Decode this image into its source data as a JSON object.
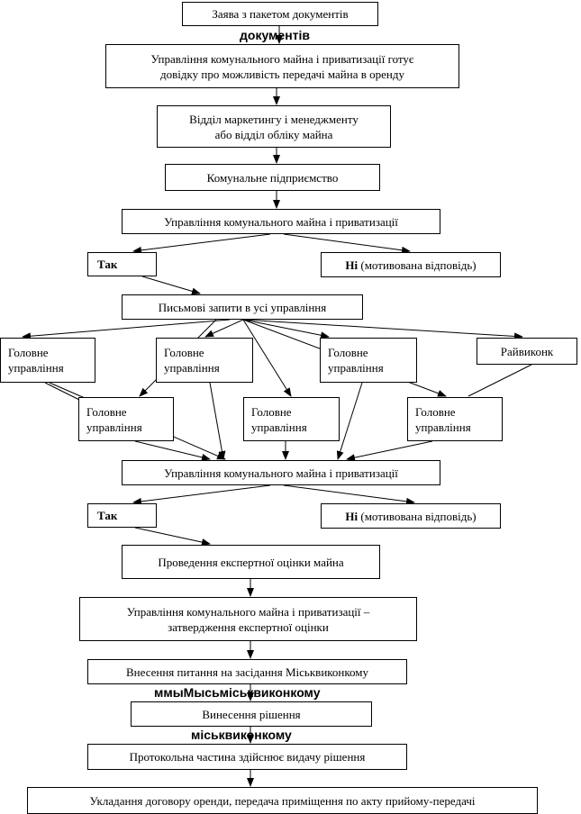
{
  "nodes": {
    "n_application": "Заява з пакетом документів",
    "n_certificate": "Управління комунального майна і приватизації готує\nдовідку про можливість передачі майна в оренду",
    "n_marketing": "Відділ маркетингу і менеджменту\nабо відділ обліку майна",
    "n_communal": "Комунальне підприємство",
    "n_ukmp_1": "Управління комунального майна і приватизації",
    "n_yes_1": "Так",
    "n_no_1_bold": "Ні",
    "n_no_1_rest": " (мотивована відповідь)",
    "n_requests": "Письмові запити в усі управління",
    "n_gu_a": "Головне\nуправління",
    "n_gu_b": "Головне\nуправління",
    "n_gu_c": "Головне\nуправління",
    "n_raivykonk": "Райвиконк",
    "n_gu_d": "Головне\nуправління",
    "n_gu_e": "Головне\nуправління",
    "n_gu_f": "Головне\nуправління",
    "n_ukmp_2": "Управління комунального майна і приватизації",
    "n_yes_2": "Так",
    "n_no_2_bold": "Ні",
    "n_no_2_rest": " (мотивована відповідь)",
    "n_expert": "Проведення експертної оцінки майна",
    "n_approve": "Управління комунального майна і приватизації –\nзатвердження експертної оцінки",
    "n_submit": "Внесення питання на засідання Міськвиконкому",
    "n_decision": "Винесення рішення",
    "n_protocol": "Протокольна частина здійснює видачу рішення",
    "n_contract": "Укладання договору оренди, передача приміщення по акту прийому-передачі"
  },
  "overlays": {
    "o_documents": "документів",
    "o_mmy": "ммыМысьміськвиконкому",
    "o_city": "міськвиконкому"
  }
}
